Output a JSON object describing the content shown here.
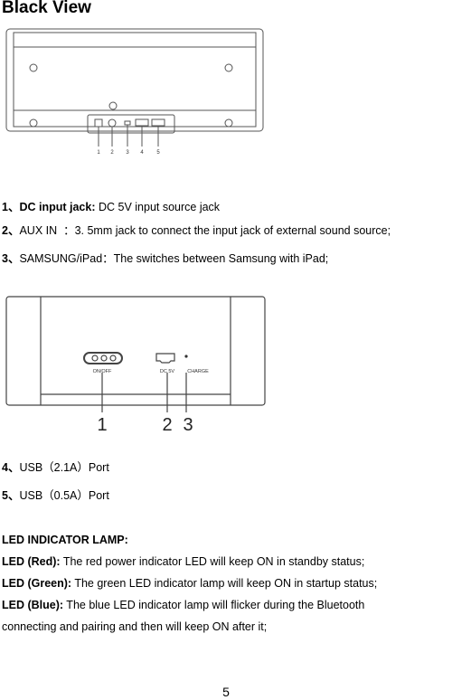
{
  "heading": "Black View",
  "figure1": {
    "callouts": [
      "1",
      "2",
      "3",
      "4",
      "5"
    ]
  },
  "list1": [
    {
      "num": "1、",
      "label": "DC input jack:",
      "text": " DC 5V input source jack"
    },
    {
      "num": "2、",
      "label": "",
      "text": "AUX IN  ：3. 5mm jack to connect the input jack of external sound source;"
    },
    {
      "num": "3、",
      "label": "",
      "text": "SAMSUNG/iPad：The switches between Samsung with iPad;"
    }
  ],
  "figure2": {
    "panel_labels": [
      "ON/OFF",
      "DC 5V",
      "CHARGE"
    ],
    "callouts": [
      "1",
      "2",
      "3"
    ]
  },
  "list2": [
    {
      "num": "4、",
      "text": "USB（2.1A）Port"
    },
    {
      "num": "5、",
      "text": "USB（0.5A）Port"
    }
  ],
  "led": {
    "heading": "LED INDICATOR LAMP:",
    "items": [
      {
        "label": "LED (Red):",
        "text": " The red power indicator LED will keep ON in standby status;"
      },
      {
        "label": "LED (Green):",
        "text": " The green LED indicator lamp will keep ON in startup status;"
      },
      {
        "label": "LED (Blue):",
        "text": " The blue LED indicator lamp will flicker during the Bluetooth"
      }
    ],
    "continuation": "connecting and pairing and then will keep ON after it;"
  },
  "page_number": "5"
}
